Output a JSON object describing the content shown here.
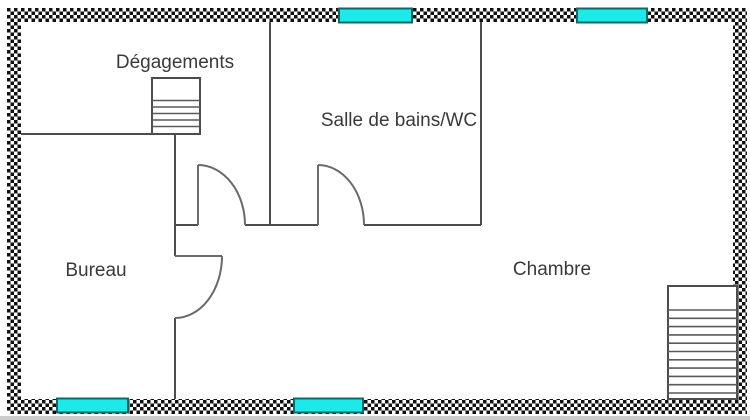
{
  "plan": {
    "type": "floor-plan",
    "rooms": [
      {
        "name": "Dégagements"
      },
      {
        "name": "Salle de bains/WC"
      },
      {
        "name": "Bureau"
      },
      {
        "name": "Chambre"
      }
    ],
    "elements": {
      "stairs_icon": "stairs-hatch",
      "radiator_icon": "radiator-hatch",
      "window_count": "4",
      "door_count": "3"
    },
    "colors": {
      "window_fill": "#1de9e9",
      "window_border": "#0b6a6a",
      "wall_pattern_dark": "#111111",
      "wall_line": "#4d4d4d",
      "label_text": "#3a3a3a"
    }
  }
}
